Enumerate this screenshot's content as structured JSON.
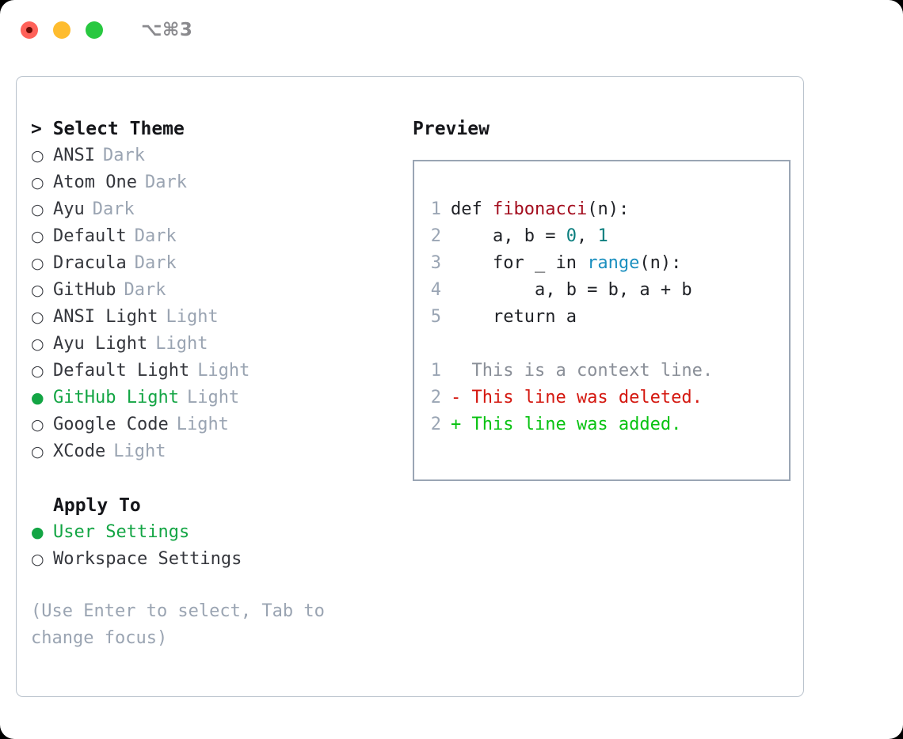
{
  "window": {
    "shortcut_label": "⌥⌘3",
    "traffic_lights": [
      "close",
      "minimize",
      "maximize"
    ]
  },
  "theme_picker": {
    "header": "> Select Theme",
    "focused": true,
    "selected_theme": "GitHub Light",
    "items": [
      {
        "bullet": "○",
        "name": "ANSI",
        "variant": "Dark",
        "selected": false
      },
      {
        "bullet": "○",
        "name": "Atom One",
        "variant": "Dark",
        "selected": false
      },
      {
        "bullet": "○",
        "name": "Ayu",
        "variant": "Dark",
        "selected": false
      },
      {
        "bullet": "○",
        "name": "Default",
        "variant": "Dark",
        "selected": false
      },
      {
        "bullet": "○",
        "name": "Dracula",
        "variant": "Dark",
        "selected": false
      },
      {
        "bullet": "○",
        "name": "GitHub",
        "variant": "Dark",
        "selected": false
      },
      {
        "bullet": "○",
        "name": "ANSI Light",
        "variant": "Light",
        "selected": false
      },
      {
        "bullet": "○",
        "name": "Ayu Light",
        "variant": "Light",
        "selected": false
      },
      {
        "bullet": "○",
        "name": "Default Light",
        "variant": "Light",
        "selected": false
      },
      {
        "bullet": "●",
        "name": "GitHub Light",
        "variant": "Light",
        "selected": true
      },
      {
        "bullet": "○",
        "name": "Google Code",
        "variant": "Light",
        "selected": false
      },
      {
        "bullet": "○",
        "name": "XCode",
        "variant": "Light",
        "selected": false
      }
    ]
  },
  "apply_to": {
    "header": "Apply To",
    "selected_option": "User Settings",
    "items": [
      {
        "bullet": "●",
        "name": "User Settings",
        "selected": true
      },
      {
        "bullet": "○",
        "name": "Workspace Settings",
        "selected": false
      }
    ]
  },
  "hint": "(Use Enter to select, Tab to change focus)",
  "preview": {
    "title": "Preview",
    "code_lines": [
      {
        "num": "1",
        "segments": [
          {
            "text": "def ",
            "token": "plain"
          },
          {
            "text": "fibonacci",
            "token": "fn"
          },
          {
            "text": "(n):",
            "token": "plain"
          }
        ]
      },
      {
        "num": "2",
        "segments": [
          {
            "text": "    a, b = ",
            "token": "plain"
          },
          {
            "text": "0",
            "token": "num"
          },
          {
            "text": ", ",
            "token": "plain"
          },
          {
            "text": "1",
            "token": "num"
          }
        ]
      },
      {
        "num": "3",
        "segments": [
          {
            "text": "    for _ in ",
            "token": "plain"
          },
          {
            "text": "range",
            "token": "call"
          },
          {
            "text": "(n):",
            "token": "plain"
          }
        ]
      },
      {
        "num": "4",
        "segments": [
          {
            "text": "        a, b = b, a + b",
            "token": "plain"
          }
        ]
      },
      {
        "num": "5",
        "segments": [
          {
            "text": "    return a",
            "token": "plain"
          }
        ]
      }
    ],
    "diff_lines": [
      {
        "num": "1",
        "marker": "  ",
        "text": "  This is a context line.",
        "kind": "context"
      },
      {
        "num": "2",
        "marker": "- ",
        "text": "- This line was deleted.",
        "kind": "deleted"
      },
      {
        "num": "2",
        "marker": "+ ",
        "text": "+ This line was added.",
        "kind": "added"
      }
    ]
  },
  "colors": {
    "accent_green": "#13a544",
    "muted": "#9aa4b2",
    "text": "#35373d",
    "diff_added": "#08c211",
    "diff_deleted": "#d4170f",
    "syntax_function": "#a30d1e",
    "syntax_builtin": "#1a8fbf",
    "syntax_number": "#0a7e7e",
    "border": "#9aa5b4"
  }
}
